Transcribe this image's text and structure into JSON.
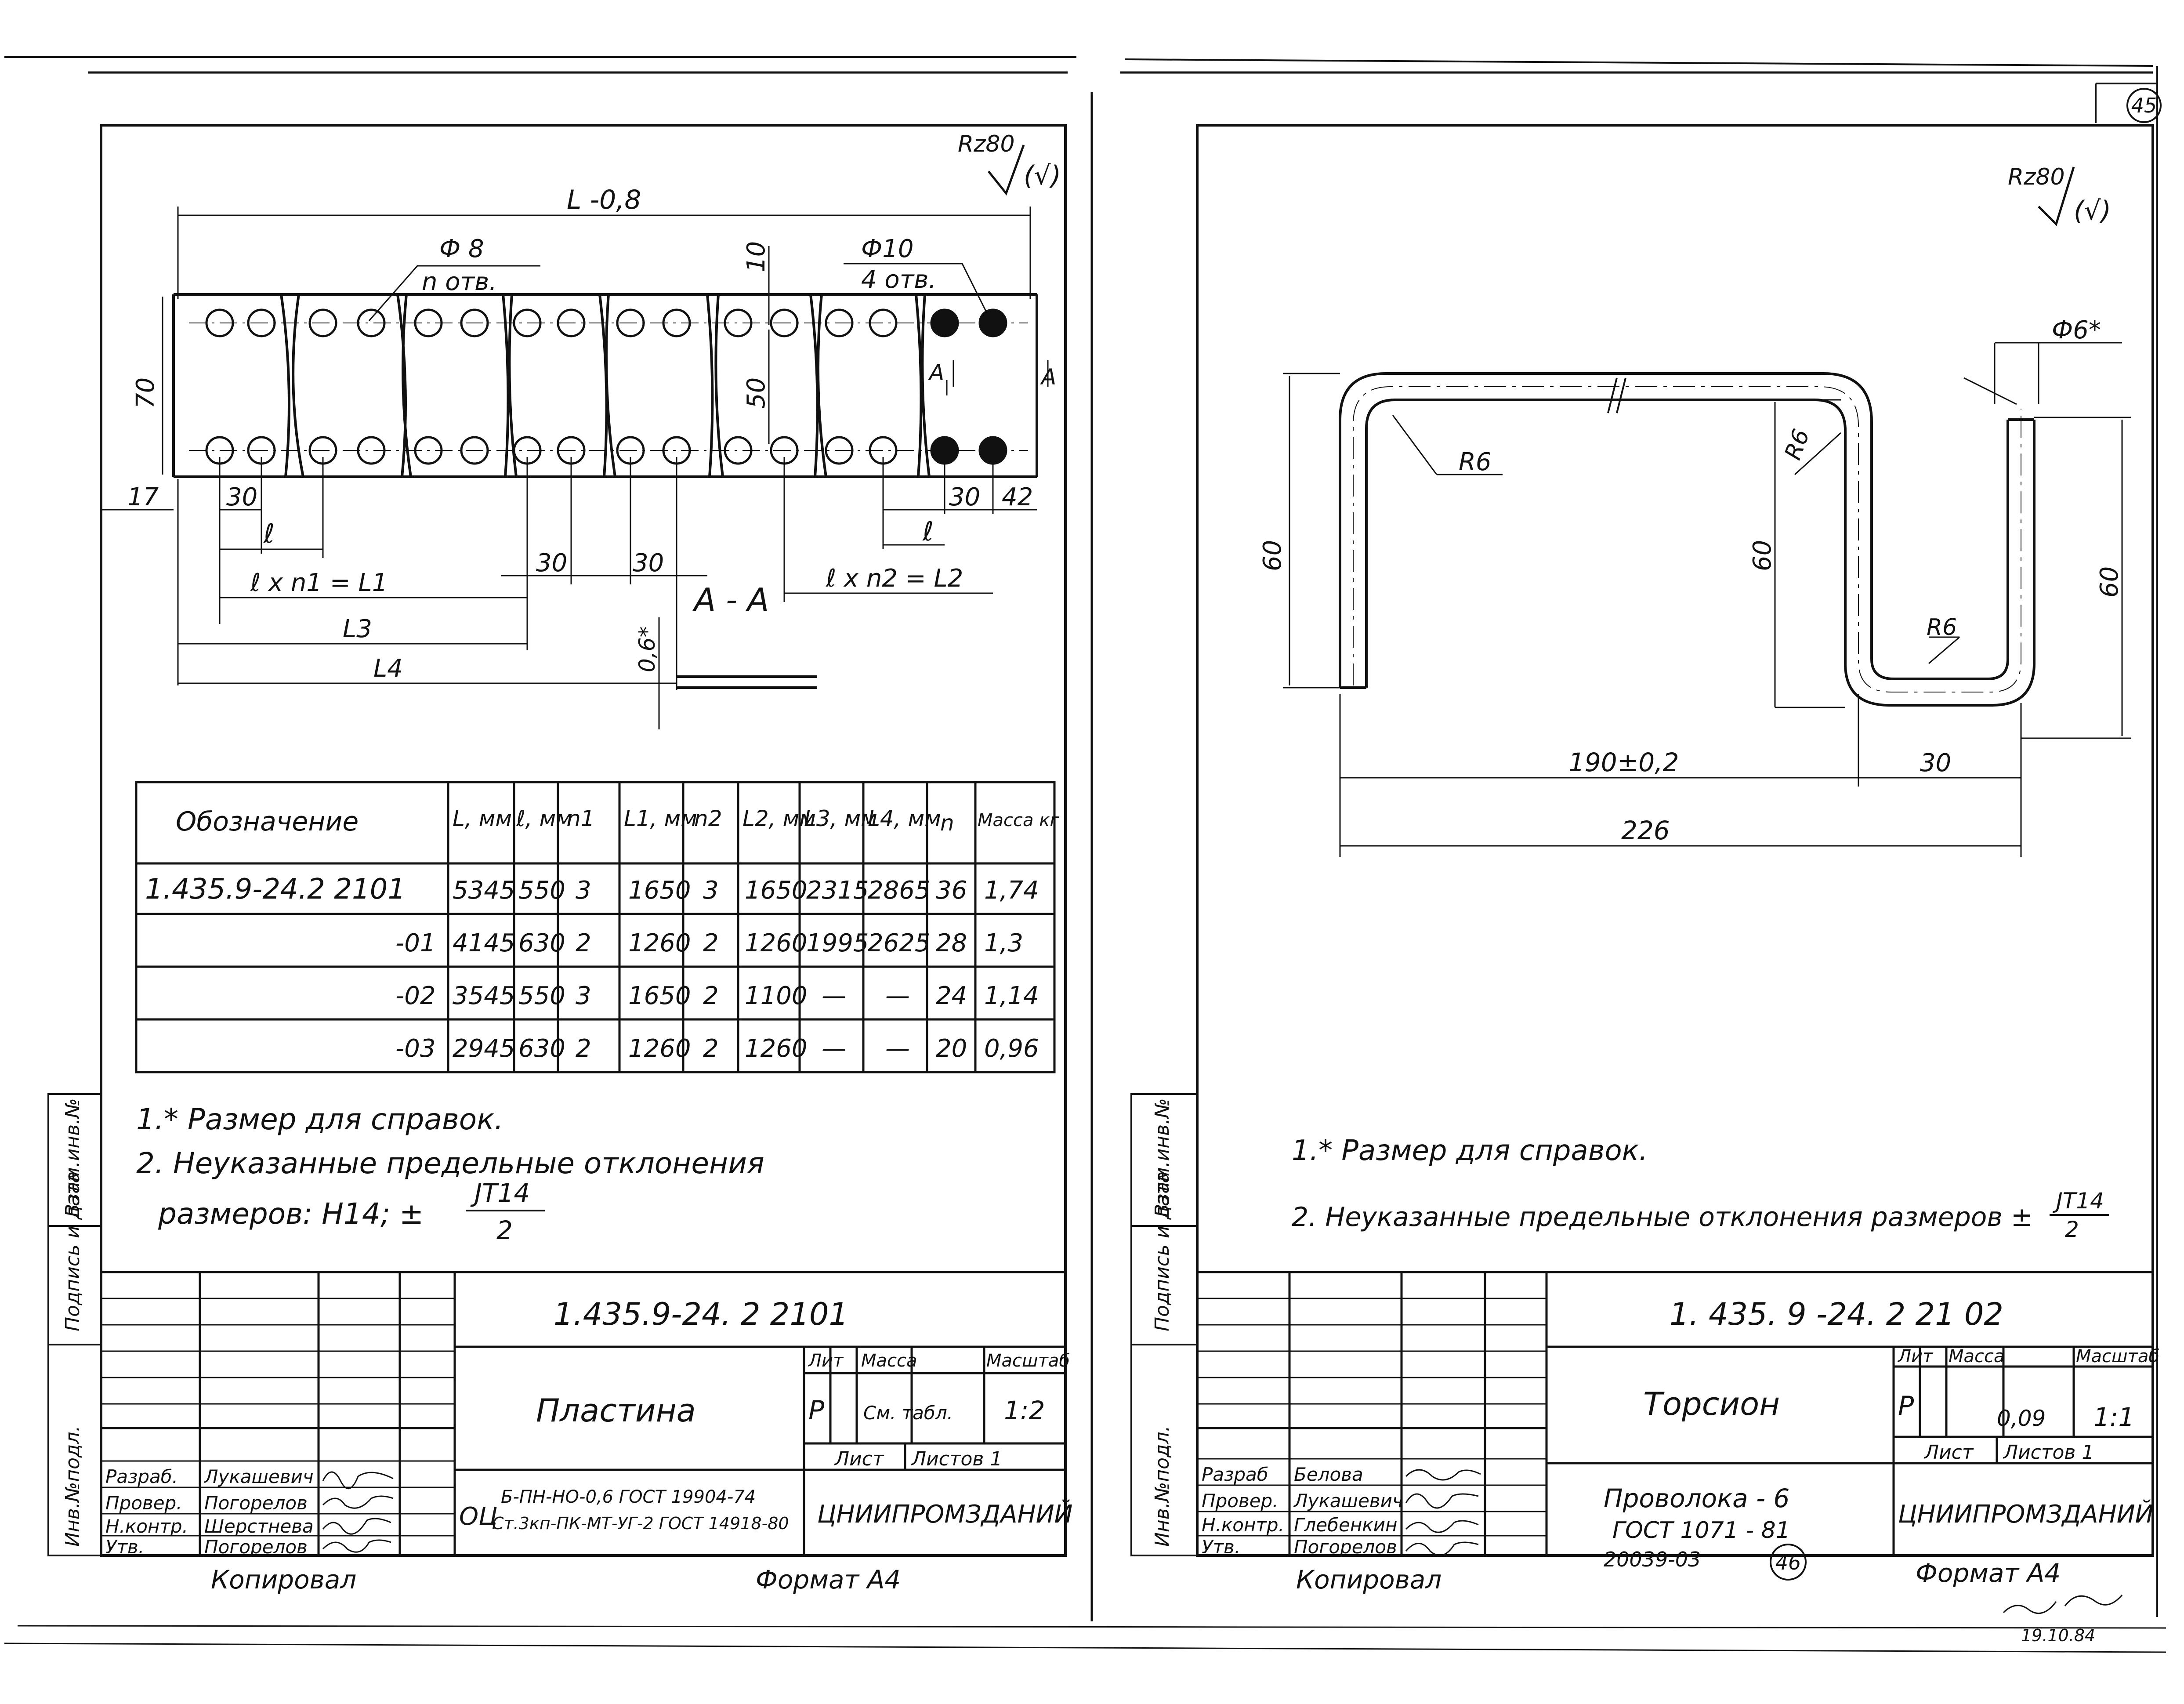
{
  "sheet_number_top": "45",
  "sheet_number_bottom": "46",
  "archive_number": "20039-03",
  "handwritten_date": "19.10.84",
  "side_stamp": [
    "Инв.№подл.",
    "Подпись и дата",
    "Взам.инв.№"
  ],
  "left": {
    "roughness": "Rz80",
    "roughness_paren": "(√)",
    "dims": {
      "L": "L -0,8",
      "hole8": "Ф 8",
      "hole8_count": "n отв.",
      "hole10": "Ф10",
      "hole10_count": "4 отв.",
      "h70": "70",
      "h50": "50",
      "v10": "10",
      "d17": "17",
      "d30a": "30",
      "l": "ℓ",
      "lxn1": "ℓ x n1 = L1",
      "d30b": "30",
      "d30c": "30",
      "d30d": "30",
      "d42": "42",
      "l2": "ℓ",
      "lxn2": "ℓ x n2 = L2",
      "L3": "L3",
      "L4": "L4",
      "t06": "0,6*",
      "sec_mark": "A",
      "section": "A - A"
    },
    "table": {
      "headers": [
        "Обозначение",
        "L, мм",
        "ℓ, мм",
        "n1",
        "L1, мм",
        "n2",
        "L2, мм",
        "L3, мм",
        "L4, мм",
        "n",
        "Масса кг"
      ],
      "rows": [
        [
          "1.435.9-24.2 2101",
          "5345",
          "550",
          "3",
          "1650",
          "3",
          "1650",
          "2315",
          "2865",
          "36",
          "1,74"
        ],
        [
          "-01",
          "4145",
          "630",
          "2",
          "1260",
          "2",
          "1260",
          "1995",
          "2625",
          "28",
          "1,3"
        ],
        [
          "-02",
          "3545",
          "550",
          "3",
          "1650",
          "2",
          "1100",
          "—",
          "—",
          "24",
          "1,14"
        ],
        [
          "-03",
          "2945",
          "630",
          "2",
          "1260",
          "2",
          "1260",
          "—",
          "—",
          "20",
          "0,96"
        ]
      ]
    },
    "notes": [
      "1.* Размер для справок.",
      "2. Неуказанные предельные отклонения",
      "размеров: H14; ±"
    ],
    "note_frac_top": "JT14",
    "note_frac_bottom": "2",
    "title_block": {
      "code": "1.435.9-24. 2 2101",
      "name": "Пластина",
      "lit_header": "Лит",
      "mass_header": "Масса",
      "scale_header": "Масштаб",
      "lit": "Р",
      "mass": "См. табл.",
      "scale": "1:2",
      "sheet": "Лист",
      "sheets": "Листов 1",
      "material_prefix": "ОЦ",
      "material_top": "Б-ПН-НО-0,6 ГОСТ 19904-74",
      "material_bottom": "Ст.3кп-ПК-МТ-УГ-2 ГОСТ 14918-80",
      "org": "ЦНИИПРОМЗДАНИЙ",
      "roles": [
        "Разраб.",
        "Провер.",
        "Н.контр.",
        "Утв."
      ],
      "people": [
        "Лукашевич",
        "Погорелов",
        "Шерстнева",
        "Погорелов"
      ]
    },
    "copied": "Копировал",
    "format": "Формат А4"
  },
  "right": {
    "roughness": "Rz80",
    "roughness_paren": "(√)",
    "dims": {
      "phi6": "Ф6*",
      "r6a": "R6",
      "r6b": "R6",
      "r6c": "R6",
      "h60a": "60",
      "h60b": "60",
      "h60c": "60",
      "len190": "190±0,2",
      "len30": "30",
      "len226": "226"
    },
    "notes": [
      "1.* Размер для справок.",
      "2. Неуказанные предельные отклонения размеров ±"
    ],
    "note_frac_top": "JT14",
    "note_frac_bottom": "2",
    "title_block": {
      "code": "1. 435. 9 -24. 2 21 02",
      "name": "Торсион",
      "lit_header": "Лит",
      "mass_header": "Масса",
      "scale_header": "Масштаб",
      "lit": "Р",
      "mass": "0,09",
      "scale": "1:1",
      "sheet": "Лист",
      "sheets": "Листов 1",
      "material_top": "Проволока - 6",
      "material_bottom": "ГОСТ 1071 - 81",
      "org": "ЦНИИПРОМЗДАНИЙ",
      "roles": [
        "Разраб",
        "Провер.",
        "Н.контр.",
        "Утв."
      ],
      "people": [
        "Белова",
        "Лукашевич",
        "Глебенкин",
        "Погорелов"
      ]
    },
    "copied": "Копировал",
    "format": "Формат А4"
  }
}
